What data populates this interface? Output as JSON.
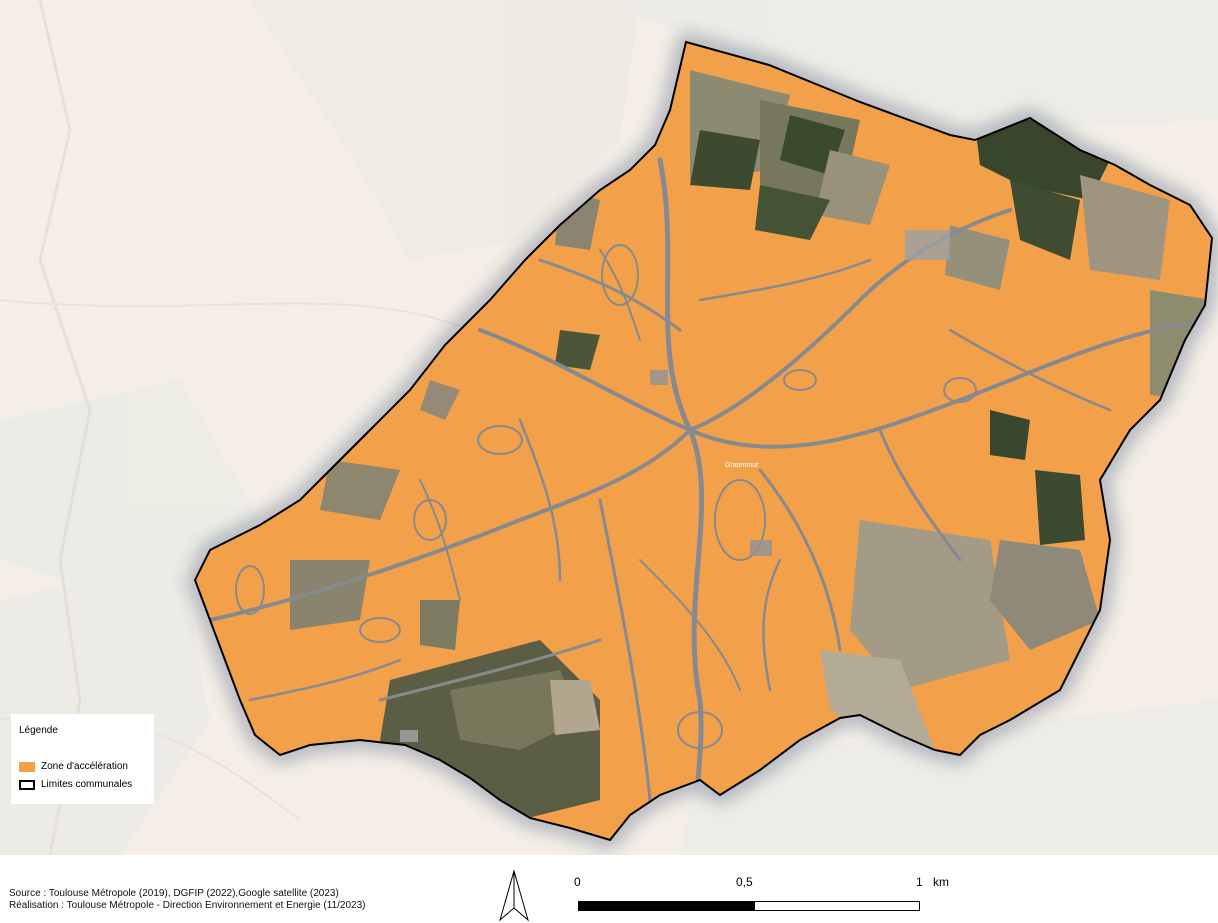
{
  "legend": {
    "title": "Légende",
    "items": [
      {
        "label": "Zone d'accélération",
        "fill": "#f5a043",
        "stroke": "#f5a043"
      },
      {
        "label": "Limites communales",
        "fill": "#ffffff",
        "stroke": "#000000"
      }
    ]
  },
  "credits": {
    "source": "Source : Toulouse Métropole (2019), DGFIP (2022),Google satellite (2023)",
    "realisation": "Réalisation : Toulouse Métropole - Direction Environnement et Energie (11/2023)"
  },
  "map_label": "Gratentour",
  "scale_bar": {
    "labels": [
      "0",
      "0,5",
      "1"
    ],
    "unit": "km"
  },
  "colors": {
    "zone": "#f5a043",
    "boundary": "#000000",
    "faded_background": "#f5efe6",
    "field": "#8d8468",
    "forest": "#3e4a2f",
    "road": "#8a8b8e"
  }
}
